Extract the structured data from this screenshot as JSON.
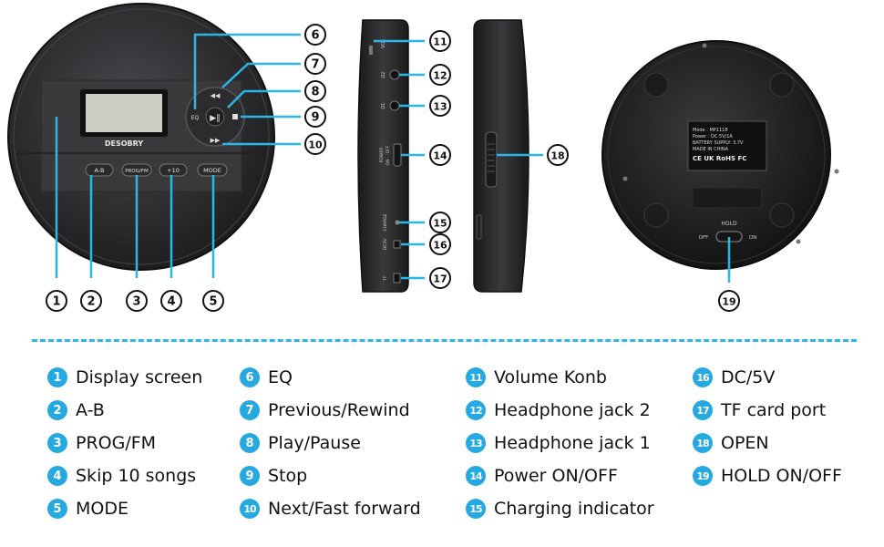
{
  "device": {
    "brand": "DESOBRY",
    "buttons": [
      "A-B",
      "PROG/FM",
      "+10",
      "MODE"
    ],
    "jack_labels": {
      "volume": "VOL",
      "phone2": "Ω2",
      "phone1": "Ω1",
      "dc": "DC5V",
      "tf": "TF"
    },
    "switch_power": {
      "title": "POWER",
      "off": "OFF",
      "on": "ON"
    },
    "charge_label": "CHARGE",
    "hold_switch": {
      "title": "HOLD",
      "off": "OFF",
      "on": "ON"
    },
    "rating_label": {
      "lines": [
        "Mode : MP1118",
        "Power : DC 5V/1A",
        "BATTERY SUPPLY: 3.7V",
        "MADE IN CHINA"
      ],
      "marks": "CE UK RoHS FC"
    }
  },
  "callouts": {
    "front": [
      "1",
      "2",
      "3",
      "4",
      "5",
      "6",
      "7",
      "8",
      "9",
      "10"
    ],
    "side": [
      "11",
      "12",
      "13",
      "14",
      "15",
      "16",
      "17"
    ],
    "side2": [
      "18"
    ],
    "back": [
      "19"
    ]
  },
  "legend": {
    "columns": [
      [
        {
          "num": "1",
          "label": "Display screen"
        },
        {
          "num": "2",
          "label": "A-B"
        },
        {
          "num": "3",
          "label": "PROG/FM"
        },
        {
          "num": "4",
          "label": "Skip 10 songs"
        },
        {
          "num": "5",
          "label": "MODE"
        }
      ],
      [
        {
          "num": "6",
          "label": "EQ"
        },
        {
          "num": "7",
          "label": "Previous/Rewind"
        },
        {
          "num": "8",
          "label": "Play/Pause"
        },
        {
          "num": "9",
          "label": "Stop"
        },
        {
          "num": "10",
          "label": "Next/Fast forward"
        }
      ],
      [
        {
          "num": "11",
          "label": "Volume Konb"
        },
        {
          "num": "12",
          "label": "Headphone jack 2"
        },
        {
          "num": "13",
          "label": "Headphone jack 1"
        },
        {
          "num": "14",
          "label": "Power ON/OFF"
        },
        {
          "num": "15",
          "label": "Charging indicator"
        }
      ],
      [
        {
          "num": "16",
          "label": "DC/5V"
        },
        {
          "num": "17",
          "label": "TF card port"
        },
        {
          "num": "18",
          "label": "OPEN"
        },
        {
          "num": "19",
          "label": "HOLD ON/OFF"
        }
      ]
    ]
  },
  "colors": {
    "accent": "#26a8e0",
    "callout_line": "#29b6e8",
    "body_dark": "#2a2a2c",
    "body_mid": "#3a3a3d",
    "lcd": "#c9cdc4"
  }
}
